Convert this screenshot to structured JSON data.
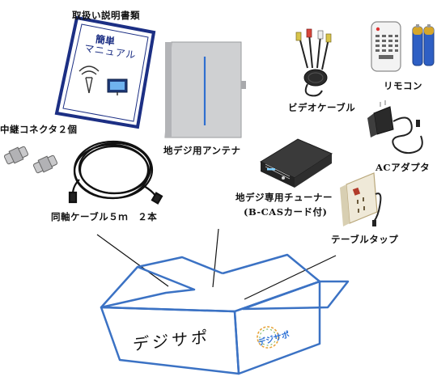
{
  "labels": {
    "manual_title": "取扱い説明書類",
    "manual_cover_line1": "簡単",
    "manual_cover_line2": "マニュアル",
    "antenna": "地デジ用アンテナ",
    "video_cable": "ビデオケーブル",
    "remote": "リモコン",
    "connector": "中継コネクタ２個",
    "ac_adapter": "ACアダプタ",
    "tuner": "地デジ専用チューナー",
    "tuner_note": "(B-CASカード付)",
    "coax_cable": "同軸ケーブル５ｍ　２本",
    "power_strip": "テーブルタップ",
    "box_text": "デジサポ",
    "box_logo": "デジサポ"
  },
  "colors": {
    "box_outline": "#3b72c4",
    "manual_blue": "#1c2f84",
    "antenna_line": "#2f6fd0"
  },
  "icons": {
    "manual": "manual-booklet-icon",
    "antenna": "indoor-antenna-panel-icon",
    "video_cable": "av-cable-icon",
    "remote": "remote-control-icon",
    "batteries": "battery-icon",
    "connector": "coax-connector-icon",
    "ac_adapter": "ac-adapter-icon",
    "tuner": "digital-tuner-icon",
    "coax_cable": "coax-cable-icon",
    "power_strip": "power-strip-icon",
    "box": "cardboard-box-icon",
    "logo": "digisapo-logo-icon"
  }
}
